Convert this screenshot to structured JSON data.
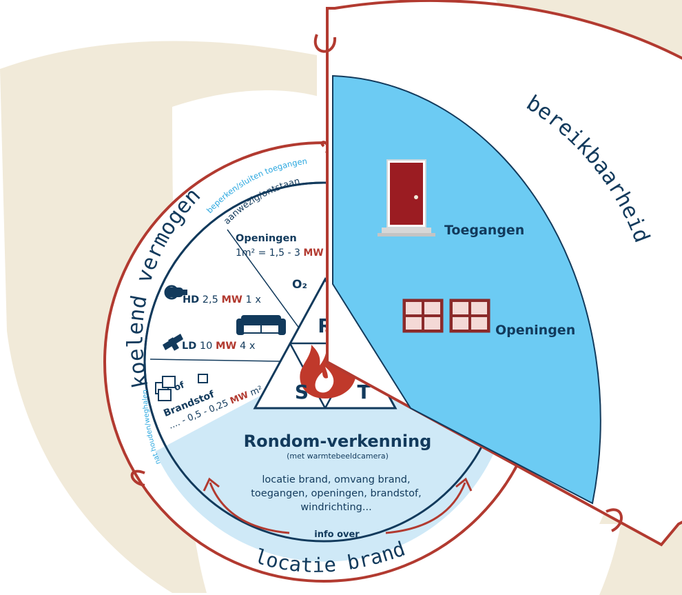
{
  "ring_labels": {
    "left": "koelend vermogen",
    "bottom": "locatie brand",
    "right": "bereikbaarheid",
    "top_light": "beperken/sluiten toegangen",
    "top_dark": "aanwezig/ontstaan",
    "left_inner_small": "nat houden/weghalen"
  },
  "openingen_wedge": {
    "title": "Openingen",
    "formula_prefix": "1m² = 1,5 - 3 ",
    "formula_unit": "MW"
  },
  "hd_row": {
    "prefix": "HD",
    "value": " 2,5 ",
    "unit": "MW",
    "suffix": " 1 x"
  },
  "ld_row": {
    "prefix": "LD",
    "value": " 10 ",
    "unit": "MW",
    "suffix": " 4 x"
  },
  "brandstof": {
    "of_label": "of",
    "title": "Brandstof",
    "formula": ".... - 0,5 - 0,25 ",
    "unit": "MW",
    "suffix": " m²"
  },
  "triangle": {
    "top_letter": "R",
    "left_letter": "S",
    "right_letter": "T",
    "o2_label": "O₂"
  },
  "rondom": {
    "title": "Rondom-verkenning",
    "subtitle": "(met warmtebeeldcamera)",
    "line1": "locatie brand, omvang brand,",
    "line2": "toegangen, openingen, brandstof,",
    "line3": "windrichting...",
    "info_label": "info over"
  },
  "panel": {
    "toegangen": "Toegangen",
    "openingen": "Openingen"
  },
  "colors": {
    "accent_red": "#b23a30",
    "dark_blue": "#123a5c",
    "panel_blue": "#6ccbf3",
    "light_blue": "#cfe9f7",
    "beige": "#f1ead9",
    "door_red": "#9b1c22"
  }
}
